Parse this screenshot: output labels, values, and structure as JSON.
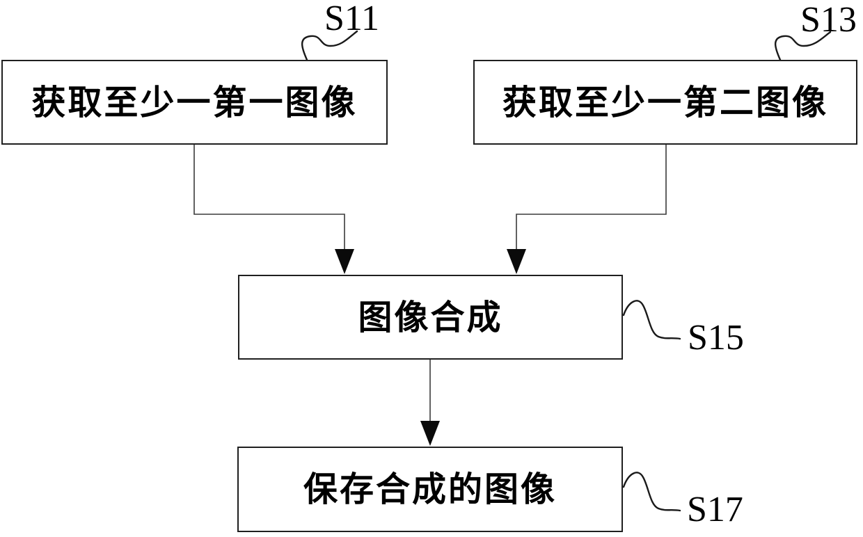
{
  "figure": {
    "background_color": "#ffffff",
    "line_color": "#3a3a3a",
    "box_border_color": "#1f1f1f",
    "text_color": "#000000"
  },
  "diagram": {
    "type": "flowchart",
    "nodes": [
      {
        "id": "S11",
        "label": "获取至少一第一图像",
        "step_tag": "S11"
      },
      {
        "id": "S13",
        "label": "获取至少一第二图像",
        "step_tag": "S13"
      },
      {
        "id": "S15",
        "label": "图像合成",
        "step_tag": "S15"
      },
      {
        "id": "S17",
        "label": "保存合成的图像",
        "step_tag": "S17"
      }
    ],
    "edges": [
      {
        "from": "S11",
        "to": "S15"
      },
      {
        "from": "S13",
        "to": "S15"
      },
      {
        "from": "S15",
        "to": "S17"
      }
    ]
  }
}
